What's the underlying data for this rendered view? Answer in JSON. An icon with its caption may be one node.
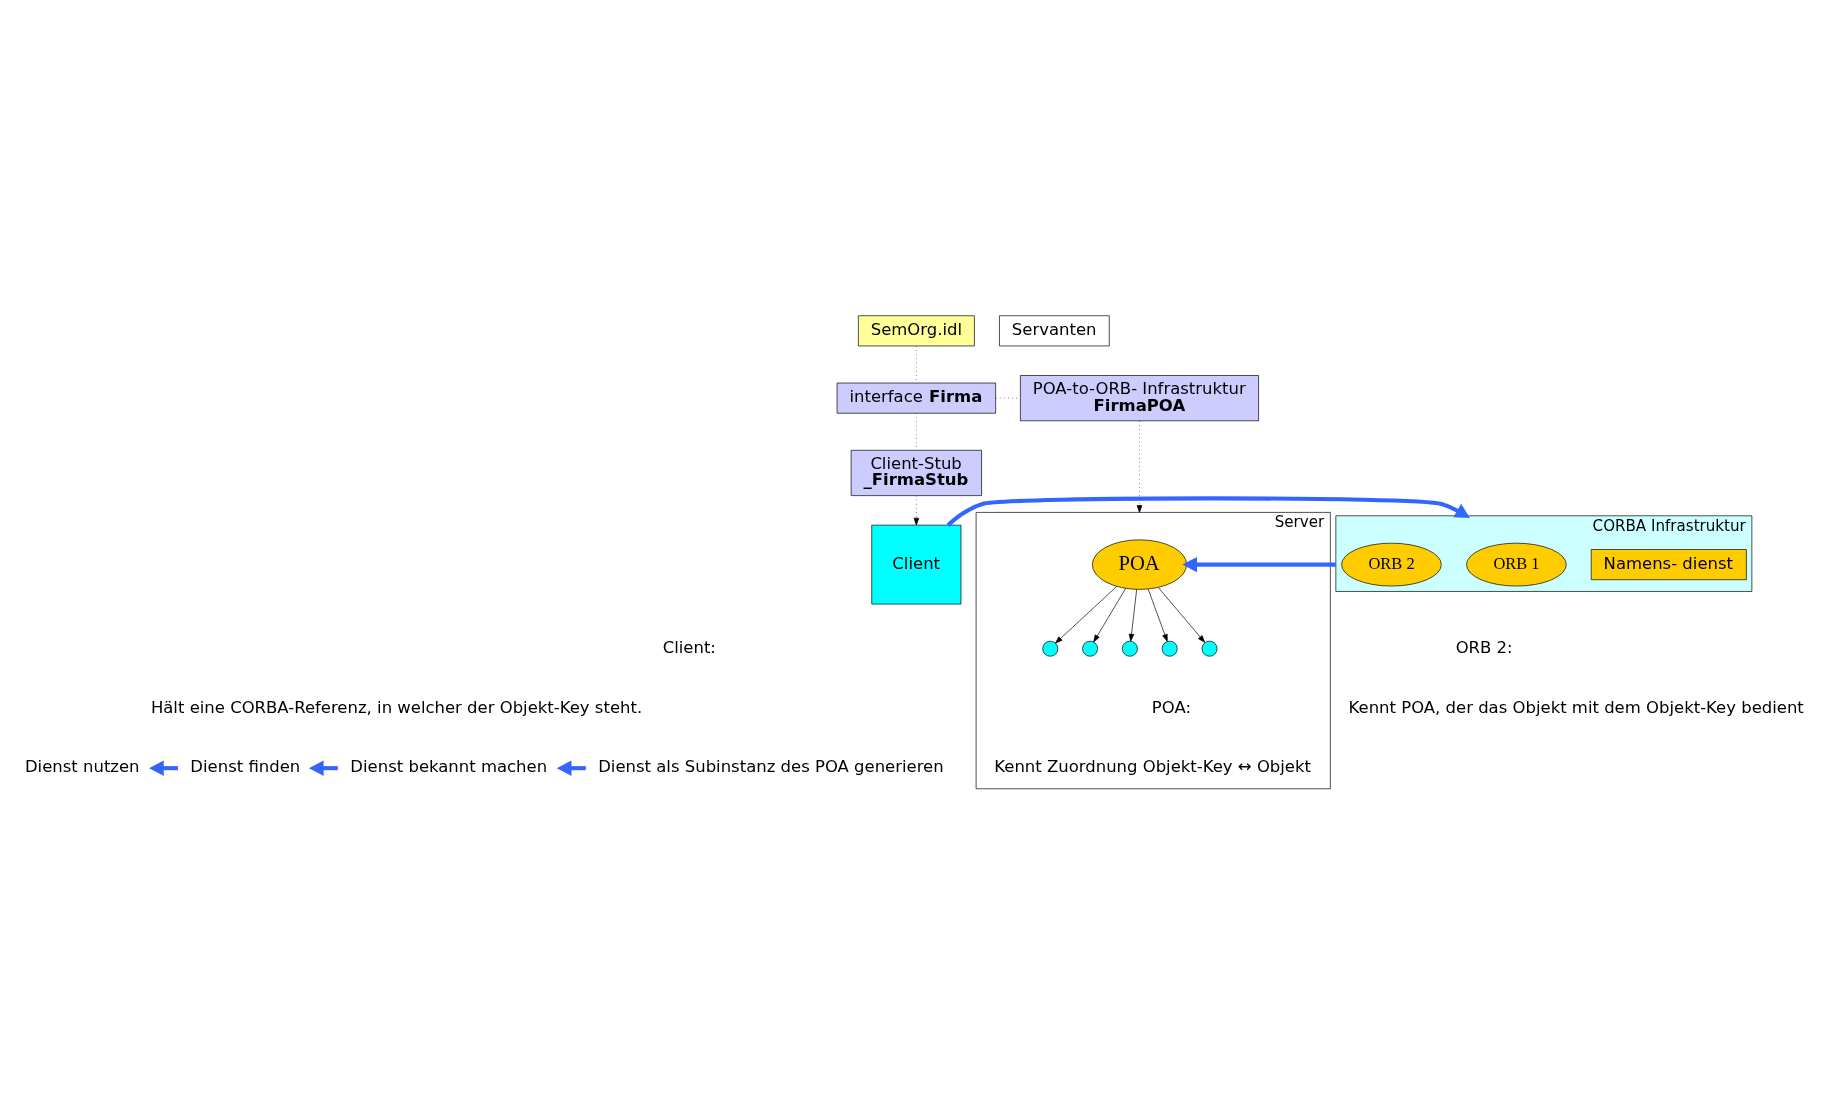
{
  "diagram": {
    "nodes": [
      {
        "text": [
          "SemOrg.idl"
        ]
      },
      {
        "text": [
          "interface **Firma**"
        ]
      },
      {
        "text": [
          "POA-to-ORB- Infrastruktur",
          "FirmaPOA"
        ]
      },
      {
        "text": [
          "Client-Stub",
          "_FirmaStub"
        ]
      },
      {
        "text": [
          "Client"
        ]
      },
      {
        "text": [
          "CORBA Infrastruktur"
        ]
      },
      {
        "text": [
          "Namens- dienst"
        ],
        "in": 5
      },
      {
        "text": [
          "ORB 1"
        ],
        "in": 5
      },
      {
        "text": [
          "ORB 2"
        ],
        "in": 5
      },
      {
        "text": [
          "Server"
        ]
      },
      {
        "text": [
          "POA"
        ],
        "in": 9
      },
      {
        "text": [],
        "shape": "circle",
        "in": 9
      },
      {
        "text": [],
        "shape": "circle",
        "in": 9
      },
      {
        "text": [],
        "shape": "circle",
        "in": 9
      },
      {
        "text": [],
        "shape": "circle",
        "in": 9
      },
      {
        "text": [],
        "shape": "circle",
        "in": 9
      },
      {
        "text": [
          "Servanten"
        ]
      },
      {
        "text": [
          "Dienst nutzen"
        ]
      },
      {
        "text": [
          "Dienst finden"
        ]
      },
      {
        "text": [
          "Dienst bekannt machen"
        ]
      },
      {
        "text": [
          "Dienst als Subinstanz des POA generieren"
        ]
      }
    ],
    "edges": [
      {
        "from": 0,
        "to": 1,
        "arrow": "none",
        "style": "dashed"
      },
      {
        "from": 1,
        "to": 3,
        "arrow": "none",
        "style": "dashed"
      },
      {
        "from": 1,
        "to": 2,
        "arrow": "none",
        "style": "dashed"
      },
      {
        "from": 3,
        "to": 4,
        "arrow": "to",
        "style": "dashed"
      },
      {
        "from": 2,
        "to": 9,
        "arrow": "to",
        "style": "dashed"
      },
      {
        "from": 4,
        "to": 5,
        "arrow": "to",
        "style": "thick",
        "color": "#3366ff"
      },
      {
        "from": 5,
        "to": 10,
        "arrow": "to",
        "style": "thick",
        "color": "#3366ff"
      },
      {
        "from": 10,
        "to": 11,
        "arrow": "to"
      },
      {
        "from": 10,
        "to": 12,
        "arrow": "to"
      },
      {
        "from": 10,
        "to": 13,
        "arrow": "to"
      },
      {
        "from": 10,
        "to": 14,
        "arrow": "to"
      },
      {
        "from": 10,
        "to": 15,
        "arrow": "to"
      },
      {
        "from": 18,
        "to": 17,
        "arrow": "to",
        "style": "thick",
        "color": "#3366ff"
      },
      {
        "from": 19,
        "to": 18,
        "arrow": "to",
        "style": "thick",
        "color": "#3366ff"
      },
      {
        "from": 20,
        "to": 19,
        "arrow": "to",
        "style": "thick",
        "color": "#3366ff"
      }
    ],
    "labels": [
      "Client:",
      "Hält eine CORBA-Referenz, in welcher der Objekt-Key steht.",
      "ORB 2:",
      "Kennt POA, der das Objekt mit dem Objekt-Key bedient",
      "POA:",
      "Kennt Zuordnung Objekt-Key ↔ Objekt"
    ]
  }
}
